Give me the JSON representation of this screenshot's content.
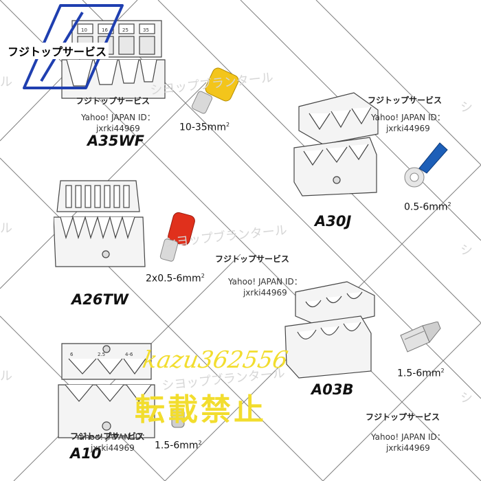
{
  "logo": {
    "text": "フジトップサービス"
  },
  "items": [
    {
      "model": "A35WF",
      "spec": "10-35mm",
      "sup": "2"
    },
    {
      "model": "A30J",
      "spec": "0.5-6mm",
      "sup": "2"
    },
    {
      "model": "A26TW",
      "spec": "2x0.5-6mm",
      "sup": "2"
    },
    {
      "model": "A03B",
      "spec": "1.5-6mm",
      "sup": "2"
    },
    {
      "model": "A10",
      "spec": "1.5-6mm",
      "sup": "2"
    }
  ],
  "watermarks": {
    "brand": "フジトップサービス",
    "yahoo_line": "Yahoo! JAPAN ID：",
    "user_id": "jxrki44969",
    "faint": "シヨップブランタール",
    "faint_short": "シ",
    "faint_left": "ル",
    "stamp_user": "kazu362556",
    "stamp_warning": "転載禁止"
  },
  "die_labels": {
    "a35wf": [
      "10",
      "16",
      "25",
      "35"
    ],
    "a10": [
      "6",
      "2.5",
      "4-6"
    ]
  },
  "colors": {
    "accent_blue": "#1f3fb0",
    "stamp_yellow": "#f2dd2e",
    "ferrule_yellow": "#f3c51b",
    "ferrule_red": "#e0301c",
    "terminal_blue": "#1d5fb8"
  }
}
